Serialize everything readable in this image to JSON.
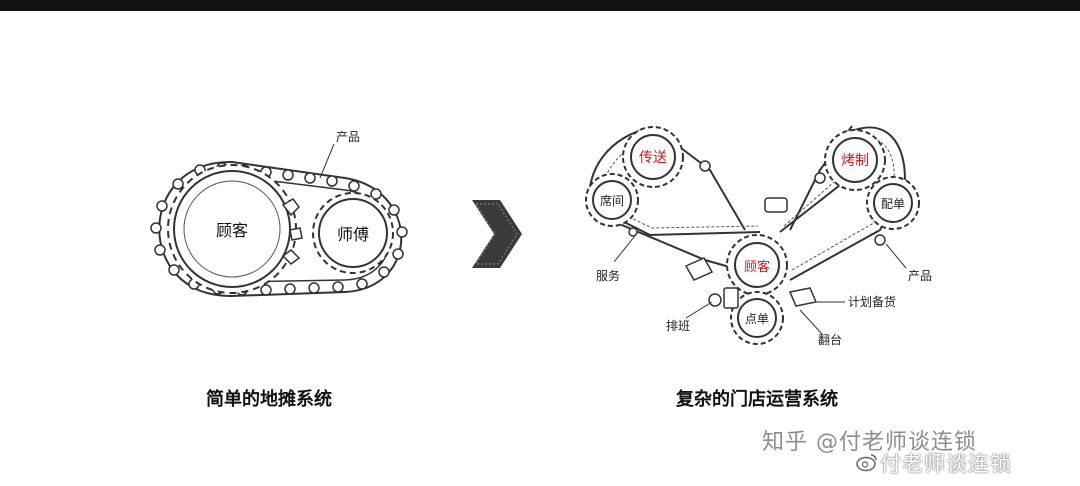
{
  "left_diagram": {
    "caption": "简单的地摊系统",
    "gear_left": "顾客",
    "gear_right": "师傅",
    "chain_label": "产品"
  },
  "right_diagram": {
    "caption": "复杂的门店运营系统",
    "gears": {
      "top_left": "传送",
      "left": "席间",
      "center": "顾客",
      "bottom": "点单",
      "top_right": "烤制",
      "right": "配单"
    },
    "callouts": {
      "service": "服务",
      "schedule": "排班",
      "turnover": "翻台",
      "plan": "计划备货",
      "product": "产品"
    }
  },
  "watermark": {
    "main": "知乎 @付老师谈连锁",
    "sub": "付老师谈连锁"
  },
  "colors": {
    "highlight_text": "#d9181e",
    "arrow": "#3a3a3a",
    "line": "#222222"
  }
}
